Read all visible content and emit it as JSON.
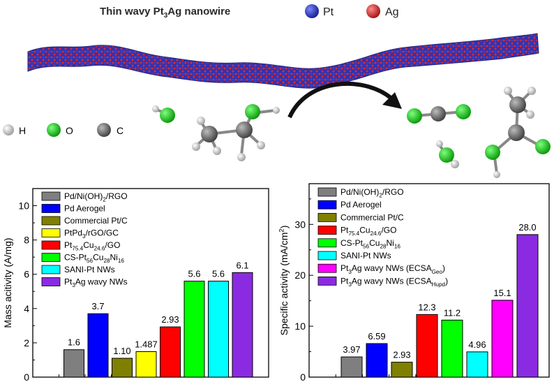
{
  "header": {
    "title_main": "Thin wavy Pt",
    "title_sub": "3",
    "title_end": "Ag nanowire",
    "legend_pt": "Pt",
    "legend_ag": "Ag"
  },
  "atom_legend": {
    "h": "H",
    "o": "O",
    "c": "C"
  },
  "colors": {
    "pt": "#2a33b8",
    "ag": "#d8282a",
    "h": "#d8d8d8",
    "o": "#12c018",
    "c": "#6e6e6e"
  },
  "chart_data": [
    {
      "type": "bar",
      "ylabel": "Mass acitivity (A/mg)",
      "ylim": [
        0,
        11
      ],
      "yticks": [
        0,
        2,
        4,
        6,
        8,
        10
      ],
      "grid": false,
      "legend_position": "top-left",
      "categories": [
        "Pd/Ni(OH)2/RGO",
        "Pd Aerogel",
        "Commercial Pt/C",
        "PtPd3/rGO/GC",
        "Pt75.4Cu24.6/GO",
        "CS-Pt56Cu28Ni16",
        "SANI-Pt NWs",
        "Pt3Ag wavy NWs"
      ],
      "values": [
        1.6,
        3.7,
        1.1,
        1.487,
        2.93,
        5.6,
        5.6,
        6.1
      ],
      "data_labels": [
        "1.6",
        "3.7",
        "1.10",
        "1.487",
        "2.93",
        "5.6",
        "5.6",
        "6.1"
      ],
      "colors": [
        "#7f7f7f",
        "#0000ff",
        "#808000",
        "#ffff00",
        "#ff0000",
        "#00ff00",
        "#00ffff",
        "#8a2be2"
      ],
      "legend": [
        [
          {
            "t": "Pd/Ni(OH)"
          },
          {
            "t": "2",
            "s": "sub"
          },
          {
            "t": "/RGO"
          }
        ],
        [
          {
            "t": "Pd Aerogel"
          }
        ],
        [
          {
            "t": "Commercial Pt/C"
          }
        ],
        [
          {
            "t": "PtPd"
          },
          {
            "t": "3",
            "s": "sub"
          },
          {
            "t": "/rGO/GC"
          }
        ],
        [
          {
            "t": "Pt"
          },
          {
            "t": "75.4",
            "s": "sub"
          },
          {
            "t": "Cu"
          },
          {
            "t": "24.6",
            "s": "sub"
          },
          {
            "t": "/GO"
          }
        ],
        [
          {
            "t": "CS-Pt"
          },
          {
            "t": "56",
            "s": "sub"
          },
          {
            "t": "Cu"
          },
          {
            "t": "28",
            "s": "sub"
          },
          {
            "t": "Ni"
          },
          {
            "t": "16",
            "s": "sub"
          }
        ],
        [
          {
            "t": "SANI-Pt NWs"
          }
        ],
        [
          {
            "t": "Pt"
          },
          {
            "t": "3",
            "s": "sub"
          },
          {
            "t": "Ag wavy NWs"
          }
        ]
      ]
    },
    {
      "type": "bar",
      "ylabel_parts": [
        {
          "t": "Specific activity (mA/cm"
        },
        {
          "t": "2",
          "s": "sup"
        },
        {
          "t": ")"
        }
      ],
      "ylim": [
        0,
        38
      ],
      "yticks": [
        0,
        10,
        20,
        30
      ],
      "grid": false,
      "legend_position": "top-left",
      "categories": [
        "Pd/Ni(OH)2/RGO",
        "Pd Aerogel",
        "Commercial Pt/C",
        "Pt75.4Cu24.6/GO",
        "CS-Pt56Cu28Ni16",
        "SANI-Pt NWs",
        "Pt3Ag wavy NWs (ECSAGeo)",
        "Pt3Ag wavy NWs (ECSAHupd)"
      ],
      "values": [
        3.97,
        6.59,
        2.93,
        12.3,
        11.2,
        4.96,
        15.1,
        28.0
      ],
      "data_labels": [
        "3.97",
        "6.59",
        "2.93",
        "12.3",
        "11.2",
        "4.96",
        "15.1",
        "28.0"
      ],
      "colors": [
        "#7f7f7f",
        "#0000ff",
        "#808000",
        "#ff0000",
        "#00ff00",
        "#00ffff",
        "#ff00ff",
        "#8a2be2"
      ],
      "legend": [
        [
          {
            "t": "Pd/Ni(OH)"
          },
          {
            "t": "2",
            "s": "sub"
          },
          {
            "t": "/RGO"
          }
        ],
        [
          {
            "t": "Pd Aerogel"
          }
        ],
        [
          {
            "t": "Commercial Pt/C"
          }
        ],
        [
          {
            "t": "Pt"
          },
          {
            "t": "75.4",
            "s": "sub"
          },
          {
            "t": "Cu"
          },
          {
            "t": "24.6",
            "s": "sub"
          },
          {
            "t": "/GO"
          }
        ],
        [
          {
            "t": "CS-Pt"
          },
          {
            "t": "56",
            "s": "sub"
          },
          {
            "t": "Cu"
          },
          {
            "t": "28",
            "s": "sub"
          },
          {
            "t": "Ni"
          },
          {
            "t": "16",
            "s": "sub"
          }
        ],
        [
          {
            "t": "SANI-Pt NWs"
          }
        ],
        [
          {
            "t": "Pt"
          },
          {
            "t": "3",
            "s": "sub"
          },
          {
            "t": "Ag wavy NWs (ECSA"
          },
          {
            "t": "Geo",
            "s": "sub"
          },
          {
            "t": ")"
          }
        ],
        [
          {
            "t": "Pt"
          },
          {
            "t": "3",
            "s": "sub"
          },
          {
            "t": "Ag wavy NWs (ECSA"
          },
          {
            "t": "Hupd",
            "s": "sub"
          },
          {
            "t": ")"
          }
        ]
      ]
    }
  ]
}
